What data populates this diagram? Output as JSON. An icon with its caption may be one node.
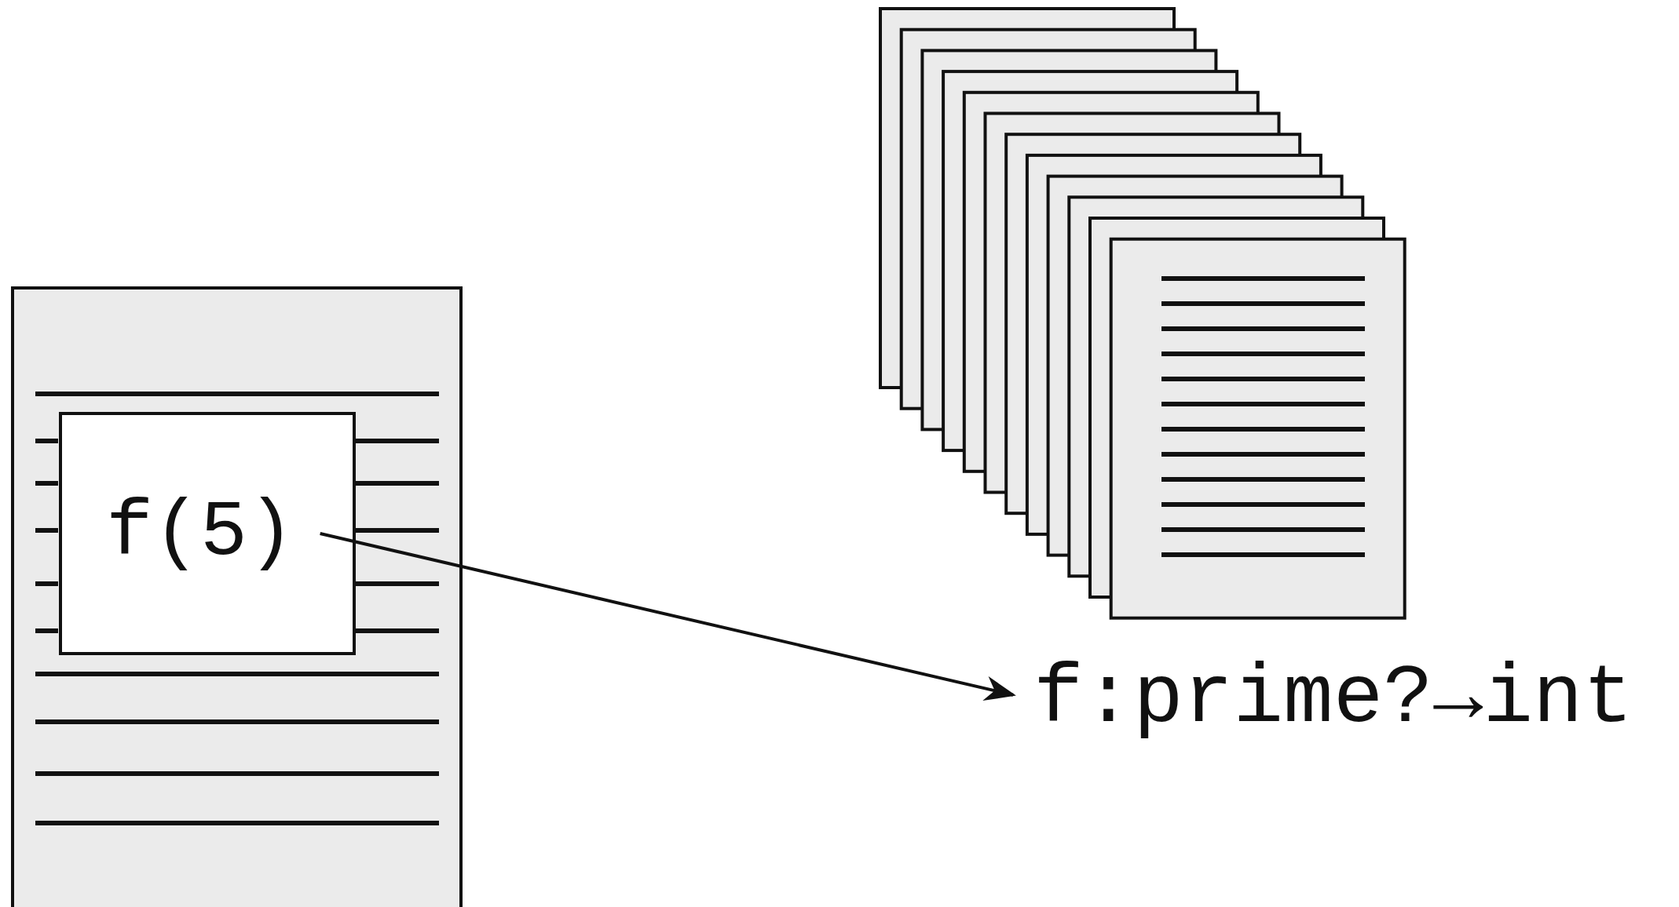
{
  "diagram": {
    "nodes": [
      {
        "text": [],
        "shape": "box"
      },
      {
        "text": [
          "f(5)"
        ],
        "in": 0
      },
      {
        "text": [
          "f:prime?→int"
        ]
      }
    ],
    "edges": [
      {
        "from": 1,
        "to": 2,
        "arrow": "to"
      }
    ]
  }
}
